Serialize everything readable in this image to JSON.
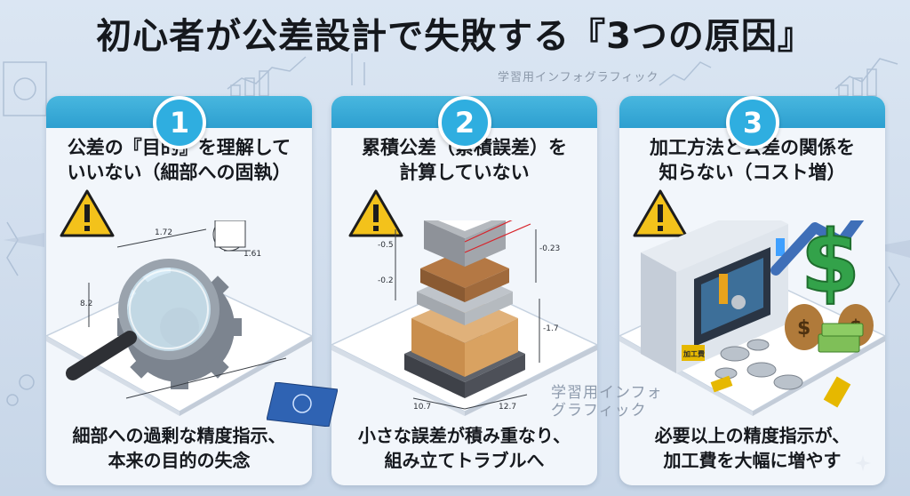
{
  "title": "初心者が公差設計で失敗する『3つの原因』",
  "watermark_top": "学習用インフォグラフィック",
  "watermark_mid": "学習用インフォ\nグラフィック",
  "cards": [
    {
      "number": "1",
      "title": "公差の『目的』を理解して\nいいない（細部への固執）",
      "bottom": "細部への過剰な精度指示、\n本来の目的の失念",
      "dims": [
        "1.72",
        "1.61",
        "8.2"
      ]
    },
    {
      "number": "2",
      "title": "累積公差（累積誤差）を\n計算していない",
      "bottom": "小さな誤差が積み重なり、\n組み立てトラブルへ",
      "dims": [
        "-0.5",
        "-0.2",
        "-0.23",
        "-1.7",
        "10.7",
        "12.7"
      ]
    },
    {
      "number": "3",
      "title": "加工方法と公差の関係を\n知らない（コスト増）",
      "bottom": "必要以上の精度指示が、\n加工費を大幅に増やす",
      "machine_label": "加工費"
    }
  ],
  "colors": {
    "accent": "#2faee0",
    "warning": "#f3c21b",
    "title": "#15181d"
  }
}
